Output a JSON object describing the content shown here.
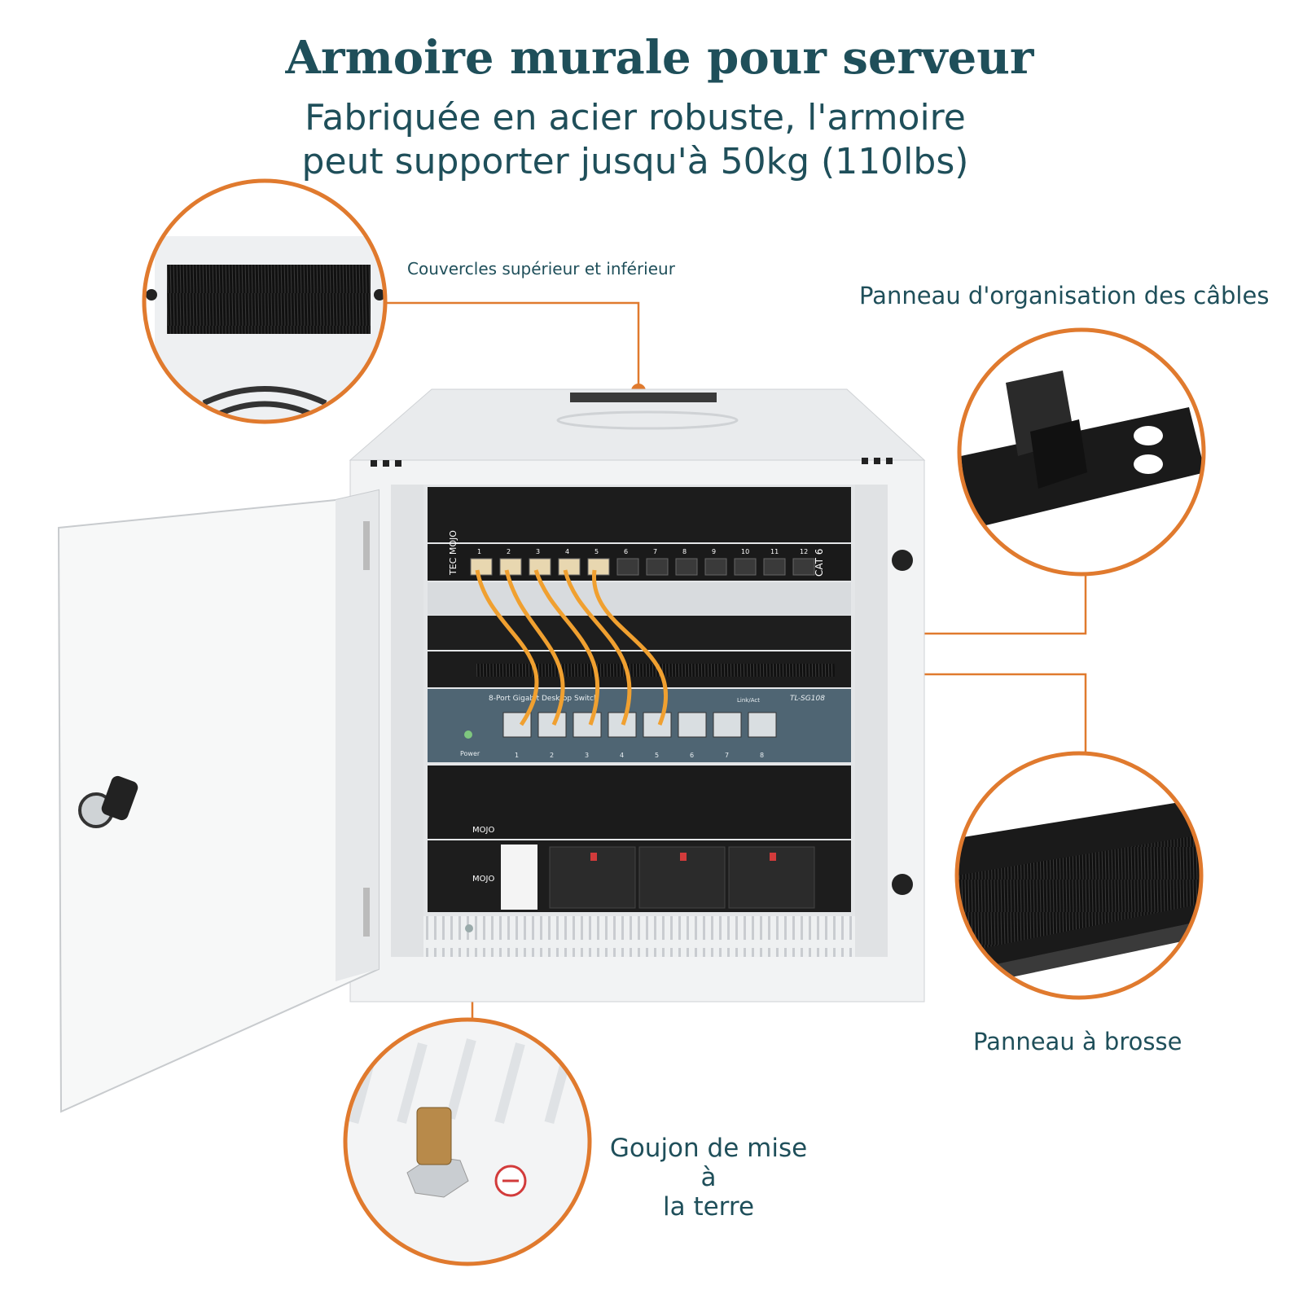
{
  "header": {
    "title": "Armoire murale pour serveur",
    "subtitle_line1": "Fabriquée en acier robuste, l'armoire",
    "subtitle_line2": "peut supporter jusqu'à 50kg (110lbs)"
  },
  "callouts": {
    "top_cover": "Couvercles supérieur et inférieur",
    "cable_panel": "Panneau d'organisation des câbles",
    "brush_panel": "Panneau à brosse",
    "ground_stud_line1": "Goujon de mise à",
    "ground_stud_line2": "la terre"
  },
  "rack": {
    "patch_brand": "TEC MOJO",
    "patch_category": "CAT 6",
    "patch_port_numbers": [
      "1",
      "2",
      "3",
      "4",
      "5",
      "6",
      "7",
      "8",
      "9",
      "10",
      "11",
      "12"
    ],
    "switch_title": "8-Port Gigabit Desktop Switch",
    "switch_model": "TL-SG108",
    "switch_link": "Link/Act",
    "switch_power": "Power",
    "switch_port_numbers": [
      "1",
      "2",
      "3",
      "4",
      "5",
      "6",
      "7",
      "8"
    ],
    "shelf_brand": "MOJO",
    "pdu_brand": "MOJO"
  },
  "colors": {
    "accent_orange": "#e07a2e",
    "title_teal": "#1f4f5a",
    "cable_orange": "#f0a030",
    "cabinet_white": "#f2f3f4",
    "equipment_black": "#1c1c1c",
    "switch_blue": "#4f6573"
  }
}
